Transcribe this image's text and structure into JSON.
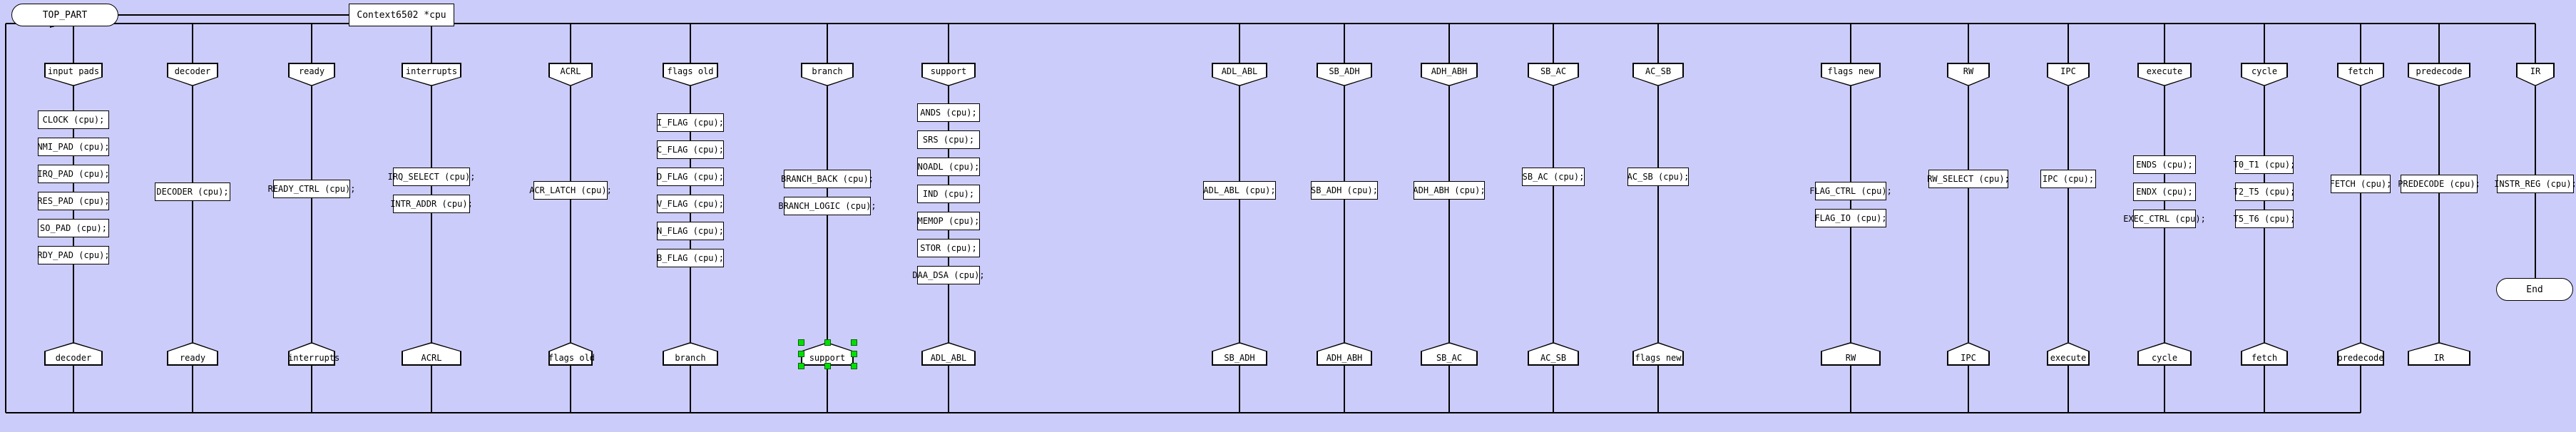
{
  "diagram": {
    "title": "TOP_PART",
    "background_color": "#ccccfa",
    "node_fill": "#ffffff",
    "line_color": "#000000",
    "selection_handle_color": "#00e000",
    "start_label": "TOP_PART",
    "end_label": "End",
    "param_label": "Context6502 *cpu",
    "selected_node": "support"
  },
  "columns": [
    {
      "id": "input-pads",
      "enter": "input pads",
      "exit": "decoder",
      "steps": [
        "CLOCK (cpu);",
        "NMI_PAD (cpu);",
        "IRQ_PAD (cpu);",
        "RES_PAD (cpu);",
        "SO_PAD (cpu);",
        "RDY_PAD (cpu);"
      ]
    },
    {
      "id": "decoder",
      "enter": "decoder",
      "exit": "ready",
      "steps": [
        "DECODER (cpu);"
      ]
    },
    {
      "id": "ready",
      "enter": "ready",
      "exit": "interrupts",
      "steps": [
        "READY_CTRL (cpu);"
      ]
    },
    {
      "id": "interrupts",
      "enter": "interrupts",
      "exit": "ACRL",
      "steps": [
        "IRQ_SELECT (cpu);",
        "INTR_ADDR (cpu);"
      ]
    },
    {
      "id": "acrl",
      "enter": "ACRL",
      "exit": "flags old",
      "steps": [
        "ACR_LATCH (cpu);"
      ]
    },
    {
      "id": "flags-old",
      "enter": "flags old",
      "exit": "branch",
      "steps": [
        "I_FLAG (cpu);",
        "C_FLAG (cpu);",
        "D_FLAG (cpu);",
        "V_FLAG (cpu);",
        "N_FLAG (cpu);",
        "B_FLAG (cpu);"
      ]
    },
    {
      "id": "branch",
      "enter": "branch",
      "exit": "support",
      "steps": [
        "BRANCH_BACK (cpu);",
        "BRANCH_LOGIC (cpu);"
      ]
    },
    {
      "id": "support",
      "enter": "support",
      "exit": "ADL_ABL",
      "steps": [
        "ANDS (cpu);",
        "SRS (cpu);",
        "NOADL (cpu);",
        "IND (cpu);",
        "MEMOP (cpu);",
        "STOR (cpu);",
        "DAA_DSA (cpu);"
      ]
    },
    {
      "id": "adl-abl",
      "enter": "ADL_ABL",
      "exit": "SB_ADH",
      "steps": [
        "ADL_ABL (cpu);"
      ]
    },
    {
      "id": "sb-adh",
      "enter": "SB_ADH",
      "exit": "ADH_ABH",
      "steps": [
        "SB_ADH (cpu);"
      ]
    },
    {
      "id": "adh-abh",
      "enter": "ADH_ABH",
      "exit": "SB_AC",
      "steps": [
        "ADH_ABH (cpu);"
      ]
    },
    {
      "id": "sb-ac",
      "enter": "SB_AC",
      "exit": "AC_SB",
      "steps": [
        "SB_AC (cpu);"
      ]
    },
    {
      "id": "ac-sb",
      "enter": "AC_SB",
      "exit": "flags new",
      "steps": [
        "AC_SB (cpu);"
      ]
    },
    {
      "id": "flags-new",
      "enter": "flags new",
      "exit": "RW",
      "steps": [
        "FLAG_CTRL (cpu);",
        "FLAG_IO (cpu);"
      ]
    },
    {
      "id": "rw",
      "enter": "RW",
      "exit": "IPC",
      "steps": [
        "RW_SELECT (cpu);"
      ]
    },
    {
      "id": "ipc",
      "enter": "IPC",
      "exit": "execute",
      "steps": [
        "IPC (cpu);"
      ]
    },
    {
      "id": "execute",
      "enter": "execute",
      "exit": "cycle",
      "steps": [
        "ENDS (cpu);",
        "ENDX (cpu);",
        "EXEC_CTRL (cpu);"
      ]
    },
    {
      "id": "cycle",
      "enter": "cycle",
      "exit": "fetch",
      "steps": [
        "T0_T1 (cpu);",
        "T2_T5 (cpu);",
        "T5_T6 (cpu);"
      ]
    },
    {
      "id": "fetch",
      "enter": "fetch",
      "exit": "predecode",
      "steps": [
        "FETCH (cpu);"
      ]
    },
    {
      "id": "predecode",
      "enter": "predecode",
      "exit": "IR",
      "steps": [
        "PREDECODE (cpu);"
      ]
    },
    {
      "id": "ir",
      "enter": "IR",
      "exit": null,
      "steps": [
        "INSTR_REG (cpu);"
      ]
    }
  ]
}
